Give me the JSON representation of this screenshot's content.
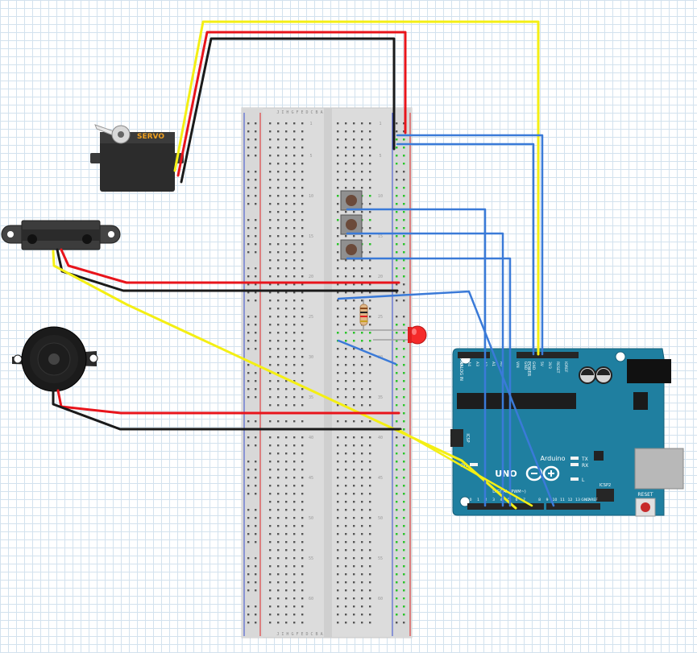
{
  "servo": {
    "label": "SERVO"
  },
  "arduino": {
    "brand": "Arduino",
    "model": "UNO",
    "icsp_label": "ICSP",
    "icsp2_label": "ICSP2",
    "reset_label": "RESET",
    "on_label": "ON",
    "tx_label": "TX",
    "rx_label": "RX",
    "l_label": "L",
    "digital_label": "DIGITAL (PWM~)",
    "power_label": "POWER",
    "analog_label": "ANALOG IN",
    "top_pins": [
      "A5",
      "A4",
      "A3",
      "A2",
      "A1",
      "A0",
      "",
      "VIN",
      "GND",
      "GND",
      "5V",
      "3V3",
      "RESET",
      "IOREF",
      ""
    ],
    "bottom_pins": [
      "0",
      "1",
      "2",
      "3",
      "4",
      "5",
      "6",
      "7",
      "",
      "8",
      "9",
      "10",
      "11",
      "12",
      "13",
      "GND",
      "AREF"
    ]
  },
  "breadboard": {
    "row_numbers": [
      "1",
      "5",
      "10",
      "15",
      "20",
      "25",
      "30",
      "35",
      "40",
      "45",
      "50",
      "55",
      "60"
    ],
    "top_letters": "J I H G F   E D C B A",
    "bottom_letters": "J I H G F   E D C B A"
  },
  "colors": {
    "wire_red": "#e8141b",
    "wire_black": "#1a1a1a",
    "wire_yellow": "#f4ef14",
    "wire_blue": "#3a7ad8",
    "wire_gray": "#a0a0a0",
    "arduino_teal": "#1f7fa0",
    "breadboard": "#dedede",
    "led_red": "#f52a2a"
  }
}
